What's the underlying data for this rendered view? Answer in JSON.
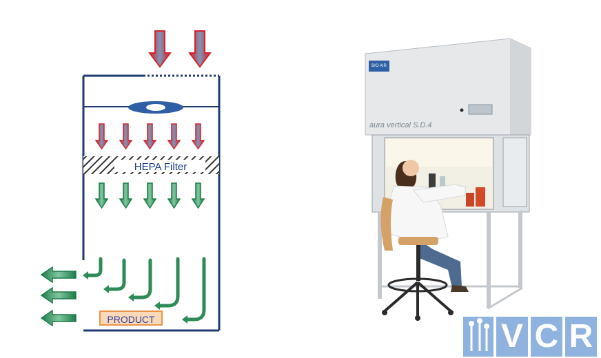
{
  "diagram": {
    "hepa_filter_label": "HEPA Filter",
    "product_label": "PRODUCT"
  },
  "cabinet": {
    "model_text": "aura vertical S.D.4",
    "brand_badge": "BIO AIR"
  },
  "logo": {
    "letters": [
      "V",
      "C",
      "R"
    ]
  },
  "colors": {
    "inflow_arrow": "#d2232a",
    "filtered_arrow": "#2e8b57",
    "cabinet_outline": "#1f3a6e",
    "logo": "#8fb3de"
  }
}
